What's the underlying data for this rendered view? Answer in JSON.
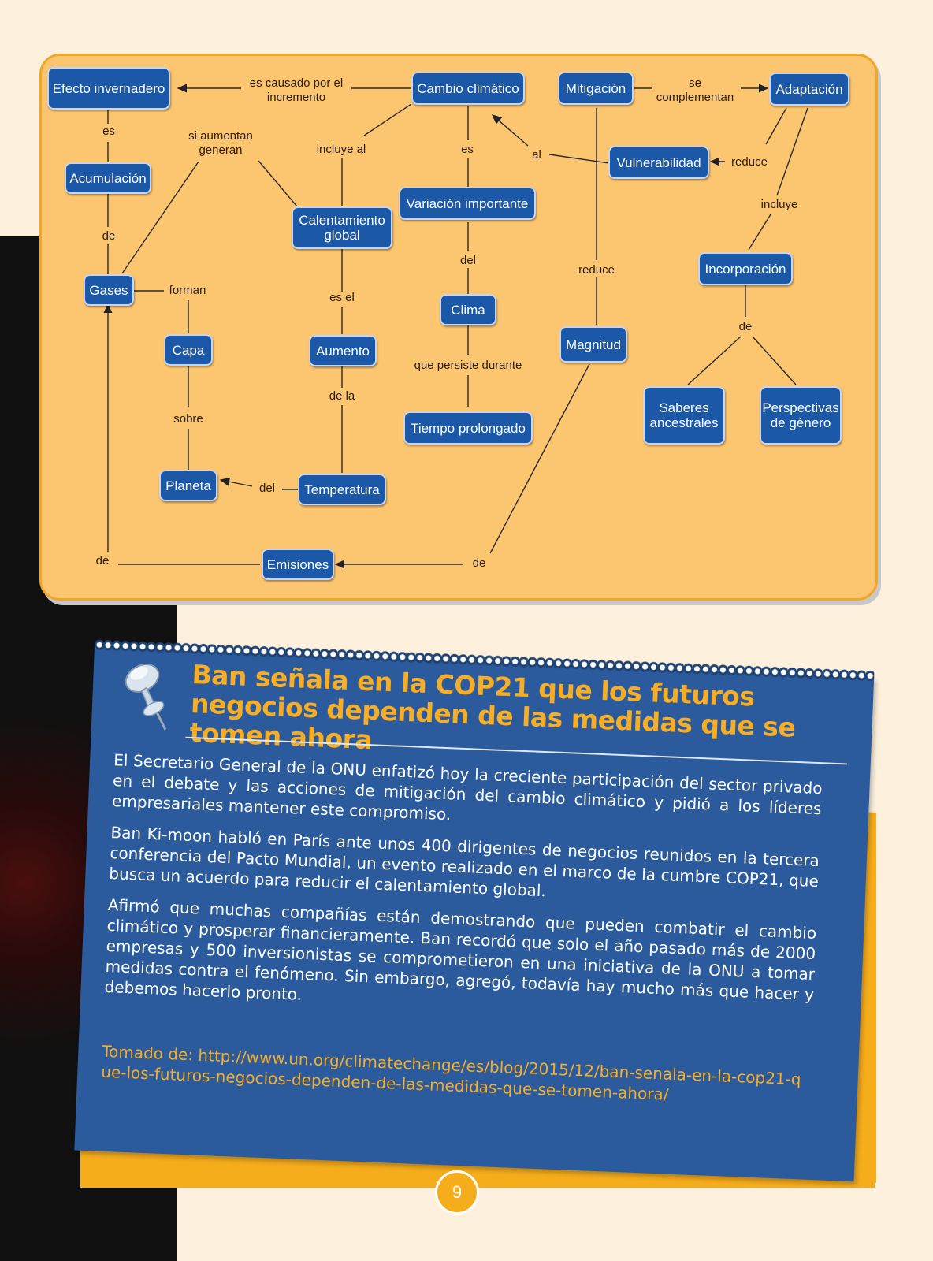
{
  "concept_map": {
    "nodes": {
      "efecto_invernadero": "Efecto invernadero",
      "cambio_climatico": "Cambio climático",
      "mitigacion": "Mitigación",
      "adaptacion": "Adaptación",
      "acumulacion": "Acumulación",
      "vulnerabilidad": "Vulnerabilidad",
      "variacion_importante": "Variación importante",
      "calentamiento_global": "Calentamiento global",
      "gases": "Gases",
      "incorporacion": "Incorporación",
      "clima": "Clima",
      "capa": "Capa",
      "aumento": "Aumento",
      "magnitud": "Magnitud",
      "saberes_ancestrales": "Saberes ancestrales",
      "perspectivas_genero": "Perspectivas de género",
      "tiempo_prolongado": "Tiempo prolongado",
      "planeta": "Planeta",
      "temperatura": "Temperatura",
      "emisiones": "Emisiones"
    },
    "links": {
      "es_causado": "es causado por el incremento",
      "se_complementan": "se complementan",
      "es_1": "es",
      "si_aumentan": "si aumentan generan",
      "incluye_al": "incluye al",
      "es_2": "es",
      "al": "al",
      "reduce_1": "reduce",
      "incluye": "incluye",
      "de_1": "de",
      "forman": "forman",
      "del_1": "del",
      "es_el": "es el",
      "reduce_2": "reduce",
      "de_2": "de",
      "que_persiste": "que persiste durante",
      "de_la": "de la",
      "sobre": "sobre",
      "del_2": "del",
      "de_3": "de",
      "de_4": "de"
    }
  },
  "article": {
    "headline": "Ban señala en la COP21 que los futuros negocios dependen de las medidas que se tomen ahora",
    "paragraphs": [
      "El Secretario General de la ONU enfatizó hoy la creciente participación del sector privado en el debate y las acciones de mitigación del cambio climático y pidió a los líderes empresariales mantener este compromiso.",
      "Ban Ki-moon habló en París ante unos 400 dirigentes de negocios reunidos en la tercera conferencia del Pacto Mundial, un evento realizado en el marco de la cumbre COP21, que busca un acuerdo para reducir el calentamiento global.",
      "Afirmó que muchas compañías están demostrando que pueden combatir el cambio climático y prosperar financieramente. Ban recordó que solo el año pasado más de 2000 empresas y 500 inversionistas se comprometieron en una iniciativa de la ONU a tomar medidas contra el fenómeno. Sin embargo, agregó, todavía hay mucho más que hacer y debemos hacerlo pronto."
    ],
    "source": "Tomado de: http://www.un.org/climatechange/es/blog/2015/12/ban-senala-en-la-cop21-que-los-futuros-negocios-dependen-de-las-medidas-que-se-tomen-ahora/"
  },
  "page_number": "9",
  "icons": {
    "pin": "pushpin-icon"
  }
}
